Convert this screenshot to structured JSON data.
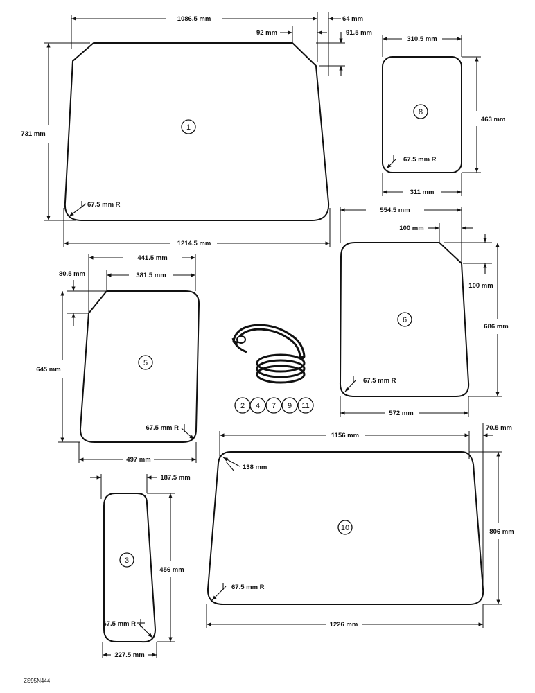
{
  "figure_code": "ZS95N444",
  "panes": [
    {
      "id": "1",
      "dims": [
        "1086.5 mm",
        "92 mm",
        "64 mm",
        "91.5 mm",
        "731 mm",
        "67.5 mm R",
        "1214.5 mm"
      ]
    },
    {
      "id": "8",
      "dims": [
        "310.5 mm",
        "463 mm",
        "67.5 mm R",
        "311 mm"
      ]
    },
    {
      "id": "6",
      "dims": [
        "554.5 mm",
        "100 mm",
        "100 mm",
        "686 mm",
        "67.5 mm R",
        "572 mm"
      ]
    },
    {
      "id": "5",
      "dims": [
        "441.5 mm",
        "80.5 mm",
        "381.5 mm",
        "645 mm",
        "67.5 mm R",
        "497 mm"
      ]
    },
    {
      "id": "10",
      "dims": [
        "1156 mm",
        "70.5 mm",
        "138 mm",
        "806 mm",
        "67.5 mm R",
        "1226 mm"
      ]
    },
    {
      "id": "3",
      "dims": [
        "187.5 mm",
        "456 mm",
        "67.5 mm R",
        "227.5 mm"
      ]
    }
  ],
  "seal_items": [
    "2",
    "4",
    "7",
    "9",
    "11"
  ]
}
